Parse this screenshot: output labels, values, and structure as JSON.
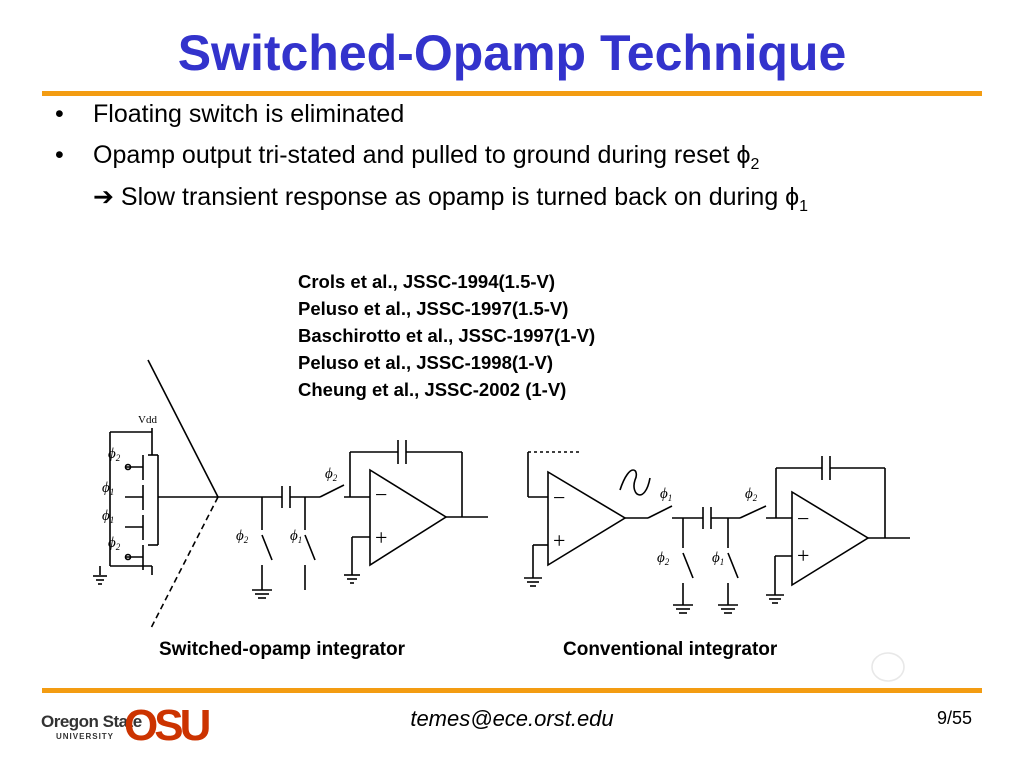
{
  "slide": {
    "title": "Switched-Opamp Technique",
    "accent_color": "#f39c12",
    "title_color": "#3333cc"
  },
  "bullets": [
    {
      "marker": "•",
      "text": "Floating switch is eliminated"
    },
    {
      "marker": "•",
      "text": "Opamp output tri-stated and pulled to ground during reset ϕ",
      "sub": "2"
    }
  ],
  "continuation": {
    "arrow": "➔",
    "text": " Slow transient response as opamp is turned back on during ϕ",
    "sub": "1"
  },
  "references": [
    "Crols et al., JSSC-1994(1.5-V)",
    "Peluso et al., JSSC-1997(1.5-V)",
    "Baschirotto et al., JSSC-1997(1-V)",
    "Peluso et al., JSSC-1998(1-V)",
    "Cheung et al., JSSC-2002 (1-V)"
  ],
  "diagram": {
    "vdd": "Vdd",
    "phi": "ϕ",
    "phi1_sub": "1",
    "phi2_sub": "2",
    "minus": "−",
    "plus": "+"
  },
  "captions": {
    "left": "Switched-opamp integrator",
    "right": "Conventional integrator"
  },
  "footer": {
    "email": "temes@ece.orst.edu",
    "page": "9/55",
    "logo_name": "Oregon State",
    "logo_sub": "UNIVERSITY",
    "logo_mark": "OSU"
  }
}
